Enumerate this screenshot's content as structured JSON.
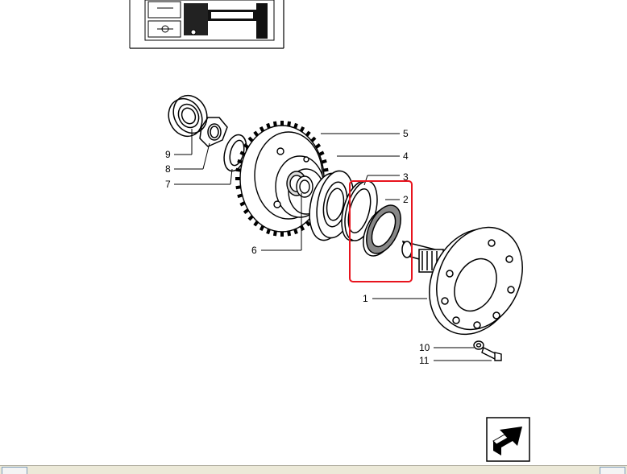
{
  "diagram": {
    "callouts": [
      {
        "id": "5",
        "label": "5"
      },
      {
        "id": "4",
        "label": "4"
      },
      {
        "id": "3",
        "label": "3"
      },
      {
        "id": "2",
        "label": "2"
      },
      {
        "id": "9",
        "label": "9"
      },
      {
        "id": "8",
        "label": "8"
      },
      {
        "id": "7",
        "label": "7"
      },
      {
        "id": "6",
        "label": "6"
      },
      {
        "id": "1",
        "label": "1"
      },
      {
        "id": "10",
        "label": "10"
      },
      {
        "id": "11",
        "label": "11"
      }
    ],
    "highlight": {
      "part": "2",
      "color": "#e8141e"
    }
  },
  "nav": {
    "icon": "next-arrow-icon"
  }
}
